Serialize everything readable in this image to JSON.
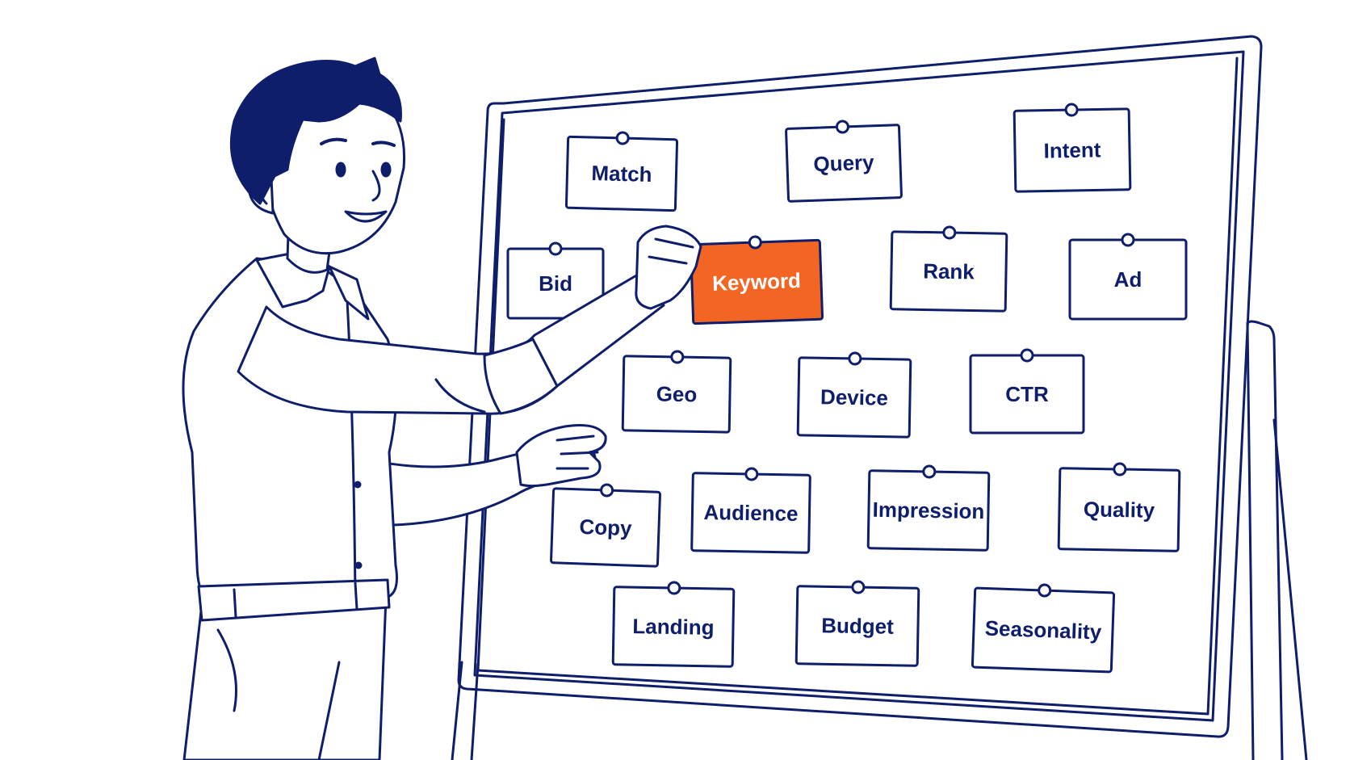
{
  "colors": {
    "ink": "#0f1e6b",
    "hair": "#0f1e6b",
    "paper": "#ffffff",
    "accent": "#f26522",
    "accent_text": "#ffffff"
  },
  "board": {
    "cards": [
      {
        "label": "Match"
      },
      {
        "label": "Query"
      },
      {
        "label": "Intent"
      },
      {
        "label": "Bid"
      },
      {
        "label": "Keyword",
        "highlighted": true
      },
      {
        "label": "Rank"
      },
      {
        "label": "Ad"
      },
      {
        "label": "Geo"
      },
      {
        "label": "Device"
      },
      {
        "label": "CTR"
      },
      {
        "label": "Copy"
      },
      {
        "label": "Audience"
      },
      {
        "label": "Impression"
      },
      {
        "label": "Quality"
      },
      {
        "label": "Landing"
      },
      {
        "label": "Budget"
      },
      {
        "label": "Seasonality"
      }
    ]
  }
}
